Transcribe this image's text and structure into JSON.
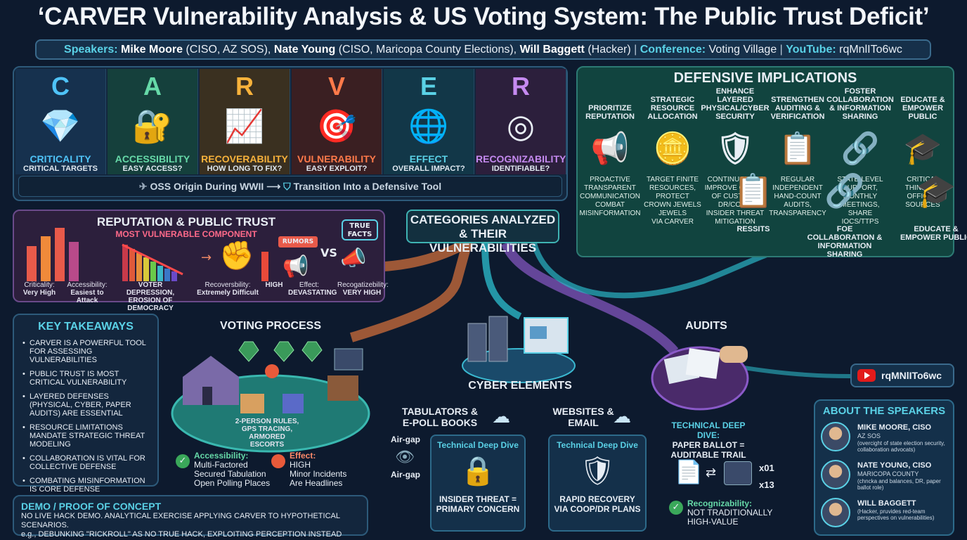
{
  "title": "‘CARVER Vulnerability Analysis & US Voting System: The Public Trust Deficit’",
  "speakers_bar": {
    "speakers_label": "Speakers:",
    "s1_name": "Mike Moore",
    "s1_role": "(CISO, AZ SOS),",
    "s2_name": "Nate Young",
    "s2_role": "(CISO, Maricopa County Elections),",
    "s3_name": "Will Baggett",
    "s3_role": "(Hacker)",
    "sep": "|",
    "conf_label": "Conference:",
    "conf_value": "Voting Village",
    "yt_label": "YouTube:",
    "yt_value": "rqMnlITo6wc"
  },
  "carver": {
    "cards": [
      {
        "letter": "C",
        "name": "Criticality",
        "question": "Critical Targets",
        "icon": "diamond-icon",
        "color": "#4fc3f7"
      },
      {
        "letter": "A",
        "name": "Accessibility",
        "question": "Easy Access?",
        "icon": "gate-lock-icon",
        "color": "#66d9a8"
      },
      {
        "letter": "R",
        "name": "Recoverability",
        "question": "How Long to Fix?",
        "icon": "hand-growth-icon",
        "color": "#f7b23b"
      },
      {
        "letter": "V",
        "name": "Vulnerability",
        "question": "Easy Exploit?",
        "icon": "target-icon",
        "color": "#ff7a4a"
      },
      {
        "letter": "E",
        "name": "Effect",
        "question": "Overall Impact?",
        "icon": "dominoes-globe-icon",
        "color": "#5ad1e6"
      },
      {
        "letter": "R",
        "name": "Recognizability",
        "question": "Identifiable?",
        "icon": "glow-target-icon",
        "color": "#c58af0"
      }
    ],
    "origin": "OSS Origin During WWII",
    "transition": "Transition Into a Defensive Tool"
  },
  "defensive": {
    "title": "Defensive Implications",
    "cols": [
      {
        "head": "Prioritize Reputation",
        "icon": "megaphone-icon",
        "body": [
          "Proactive",
          "Transparent Communication",
          "Combat Misinformation"
        ]
      },
      {
        "head": "Strategic Resource Allocation",
        "icon": "coins-icon",
        "body": [
          "Target Finite Resources,",
          "Protect Crown Jewels Jewels",
          "via CARVER"
        ]
      },
      {
        "head": "Enhance Layered Physical/Cyber Security",
        "icon": "shield-icon",
        "body": [
          "Continuously Improve Chains of Custody, DR/COOP,",
          "Insider Threat Mitigation"
        ]
      },
      {
        "head": "Strengthen Auditing & Verification",
        "icon": "checklist-icon",
        "body": [
          "Regular Independent Hand-Count Audits,",
          "Transparency"
        ]
      },
      {
        "head": "Foster Collaboration & Information Sharing",
        "icon": "network-icon",
        "body": [
          "State-Level Support,",
          "Monthly Meetings,",
          "Share IOCs/TTPs"
        ]
      },
      {
        "head": "Educate & Empower Public",
        "icon": "graduation-cap-icon",
        "body": [
          "Critical Thinking,",
          "Official Sources"
        ]
      }
    ],
    "bottom": [
      {
        "label": "Ressits",
        "icon": "checklist-icon"
      },
      {
        "label": "Foe Collaboration & Information Sharing",
        "icon": "network-icon"
      },
      {
        "label": "Educate & Empower Public",
        "icon": "graduation-cap-icon"
      }
    ]
  },
  "reputation": {
    "title": "Reputation & Public Trust",
    "subtitle": "Most Vulnerable Component",
    "rumors": "RUMORS",
    "true_facts": "TRUE FACTS",
    "vs": "VS",
    "labels": [
      {
        "k": "Criticality:",
        "v": "Very High"
      },
      {
        "k": "Accessibility:",
        "v": "Easiest to Attack"
      },
      {
        "k": "",
        "v": "VOTER DEPRESSION, EROSION OF DEMOCRACY"
      },
      {
        "k": "Recoversbility:",
        "v": "Extremely Difficult"
      },
      {
        "k": "",
        "v": "HIGH"
      },
      {
        "k": "Effect:",
        "v": "DEVASTATING"
      },
      {
        "k": "Recogatizebility:",
        "v": "VERY HIGH"
      }
    ]
  },
  "categories": "Categories Analyzed & Their Vulnerabilities",
  "voting": {
    "title": "Voting Process",
    "note": "2-Person Rules, GPS Tracing, Armored Escorts",
    "access_label": "Accessibility:",
    "access_lines": [
      "Multi-Factored",
      "Secured Tabulation",
      "Open Polling Places"
    ],
    "effect_label": "Effect:",
    "effect_lines": [
      "HIGH",
      "Minor Incidents",
      "Are Headlines"
    ]
  },
  "cyber": {
    "title": "Cyber Elements",
    "tab_title": "Tabulators & E-Poll Books",
    "airgap1": "Air-gap",
    "airgap2": "Air-gap",
    "web_title": "Websites & Email",
    "deep1": {
      "label": "Technical Deep Dive",
      "body": [
        "Insider Threat =",
        "Primary Concern"
      ]
    },
    "deep2": {
      "label": "Technical Deep Dive",
      "body": [
        "Rapid Recovery",
        "via COOP/DR Plans"
      ]
    }
  },
  "audits": {
    "title": "Audits",
    "deep_label": "Technical Deep Dive:",
    "deep_lines": [
      "Paper Ballot =",
      "Auditable Trail"
    ],
    "x1": "x01",
    "x2": "x13",
    "recog_label": "Recognizability:",
    "recog_lines": [
      "Not Traditionally",
      "High-Value"
    ]
  },
  "youtube_badge": "rqMNlITo6wc",
  "takeaways": {
    "title": "Key Takeaways",
    "items": [
      "CARVER is a powerful tool for assessing vulnerabilities",
      "Public trust is most critical vulnerability",
      "Layered defenses (physical, cyber, paper audits) are essential",
      "Resource limitations mandate strategic threat modeling",
      "Collaboration is vital for collective defense",
      "Combating misinformation is core defense"
    ]
  },
  "demo": {
    "title": "Demo / Proof of Concept",
    "line1": "NO LIVE HACK DEMO. ANALYTICAL EXERCISE APPLYING CARVER TO HYPOTHETICAL SCENARIOS.",
    "line2": "e.g., DEBUNKING \"RICKROLL\" AS NO TRUE HACK, EXPLOITING PERCEPTION INSTEAD"
  },
  "about": {
    "title": "About the Speakers",
    "people": [
      {
        "name": "Mike Moore, CISO",
        "org": "AZ SOS",
        "desc": "(overcight of state election security, collaboration advocats)"
      },
      {
        "name": "Nate Young, CISO",
        "org": "Maricopa County",
        "desc": "(chncka and balances, DR, paper ballot role)"
      },
      {
        "name": "Will Baggett",
        "org": "",
        "desc": "(Hacker, pruvides red-team perspectives on vulnerabilities)"
      }
    ]
  },
  "colors": {
    "bg": "#0d1a2e",
    "teal": "#5ad1e6",
    "orange": "#e8843a",
    "purple": "#8a5ac8"
  }
}
